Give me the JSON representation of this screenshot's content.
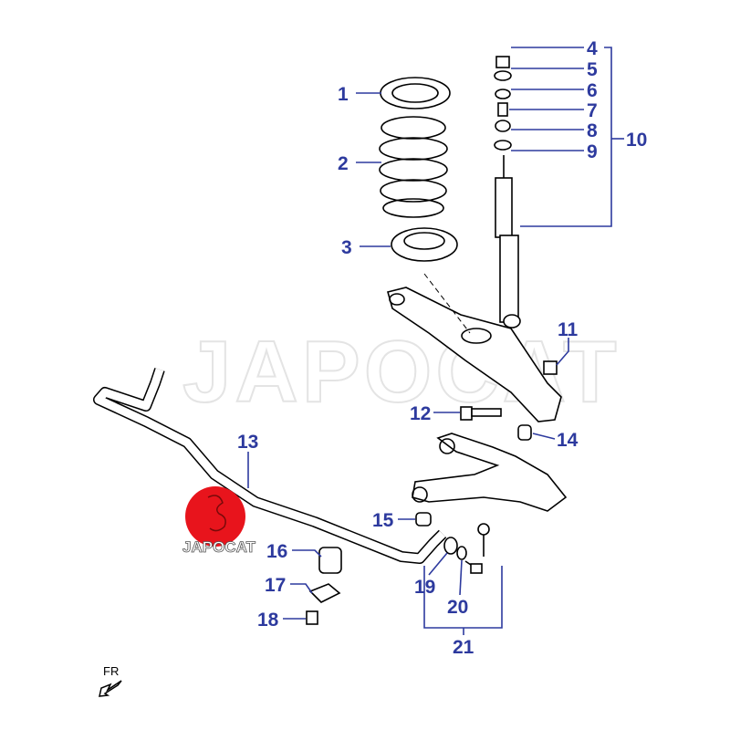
{
  "diagram": {
    "watermark": "JAPOCAT",
    "logo_text": "JAPOCAT",
    "direction_label": "FR",
    "callouts": [
      "1",
      "2",
      "3",
      "4",
      "5",
      "6",
      "7",
      "8",
      "9",
      "10",
      "11",
      "12",
      "13",
      "14",
      "15",
      "16",
      "17",
      "18",
      "19",
      "20",
      "21"
    ],
    "colors": {
      "callout": "#2d3a9e",
      "logo": "#e8141c",
      "line": "#000000"
    }
  }
}
